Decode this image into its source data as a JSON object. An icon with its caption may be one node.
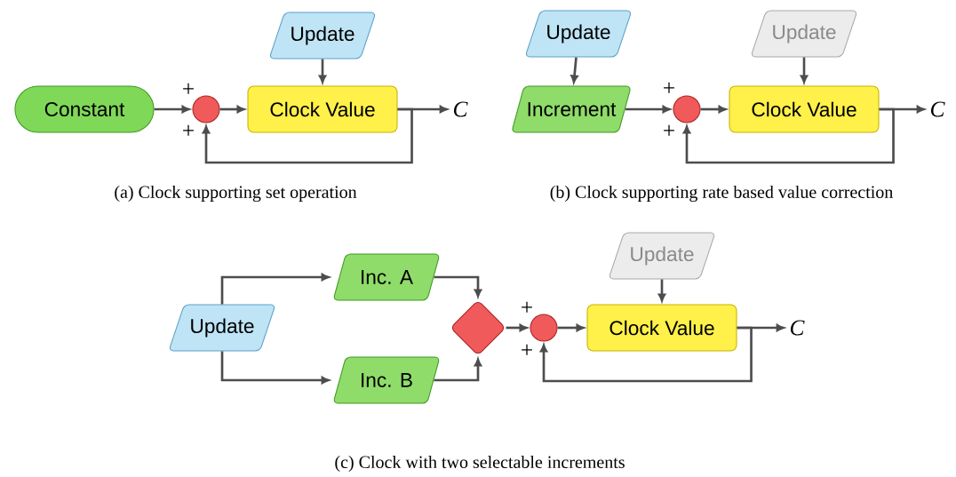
{
  "diagram": {
    "nodes": [
      {
        "text": [
          "Constant"
        ]
      },
      {
        "text": [],
        "shape": "circle"
      },
      {
        "text": [
          "Update"
        ]
      },
      {
        "text": [
          "Clock Value"
        ]
      },
      {
        "text": [
          "C"
        ]
      },
      {
        "text": [
          "Update"
        ]
      },
      {
        "text": [
          "Increment"
        ]
      },
      {
        "text": [],
        "shape": "circle"
      },
      {
        "text": [
          "Update"
        ]
      },
      {
        "text": [
          "Clock Value"
        ]
      },
      {
        "text": [
          "C"
        ]
      },
      {
        "text": [
          "Inc. A"
        ]
      },
      {
        "text": [
          "Update"
        ]
      },
      {
        "text": [
          "Inc. B"
        ]
      },
      {
        "text": [],
        "shape": "diamond"
      },
      {
        "text": [],
        "shape": "circle"
      },
      {
        "text": [
          "Update"
        ]
      },
      {
        "text": [
          "Clock Value"
        ]
      },
      {
        "text": [
          "C"
        ]
      }
    ],
    "edges": [
      {
        "from": 0,
        "to": 1,
        "arrow": "to"
      },
      {
        "from": 2,
        "to": 3,
        "arrow": "to"
      },
      {
        "from": 1,
        "to": 3,
        "arrow": "to"
      },
      {
        "from": 3,
        "to": 4,
        "arrow": "to"
      },
      {
        "from": 3,
        "to": 1,
        "arrow": "to"
      },
      {
        "from": 5,
        "to": 6,
        "arrow": "to"
      },
      {
        "from": 6,
        "to": 7,
        "arrow": "to"
      },
      {
        "from": 8,
        "to": 9,
        "arrow": "to"
      },
      {
        "from": 7,
        "to": 9,
        "arrow": "to"
      },
      {
        "from": 9,
        "to": 10,
        "arrow": "to"
      },
      {
        "from": 9,
        "to": 7,
        "arrow": "to"
      },
      {
        "from": 12,
        "to": 11,
        "arrow": "to"
      },
      {
        "from": 12,
        "to": 13,
        "arrow": "to"
      },
      {
        "from": 11,
        "to": 14,
        "arrow": "to"
      },
      {
        "from": 13,
        "to": 14,
        "arrow": "to"
      },
      {
        "from": 14,
        "to": 15,
        "arrow": "to"
      },
      {
        "from": 16,
        "to": 17,
        "arrow": "to"
      },
      {
        "from": 15,
        "to": 17,
        "arrow": "to"
      },
      {
        "from": 17,
        "to": 18,
        "arrow": "to"
      },
      {
        "from": 17,
        "to": 15,
        "arrow": "to"
      }
    ],
    "labels": [
      "+",
      "+",
      "+",
      "+",
      "(a) Clock supporting set operation",
      "(b) Clock supporting rate based value correction",
      "+",
      "+",
      "(c) Clock with two selectable increments"
    ]
  }
}
